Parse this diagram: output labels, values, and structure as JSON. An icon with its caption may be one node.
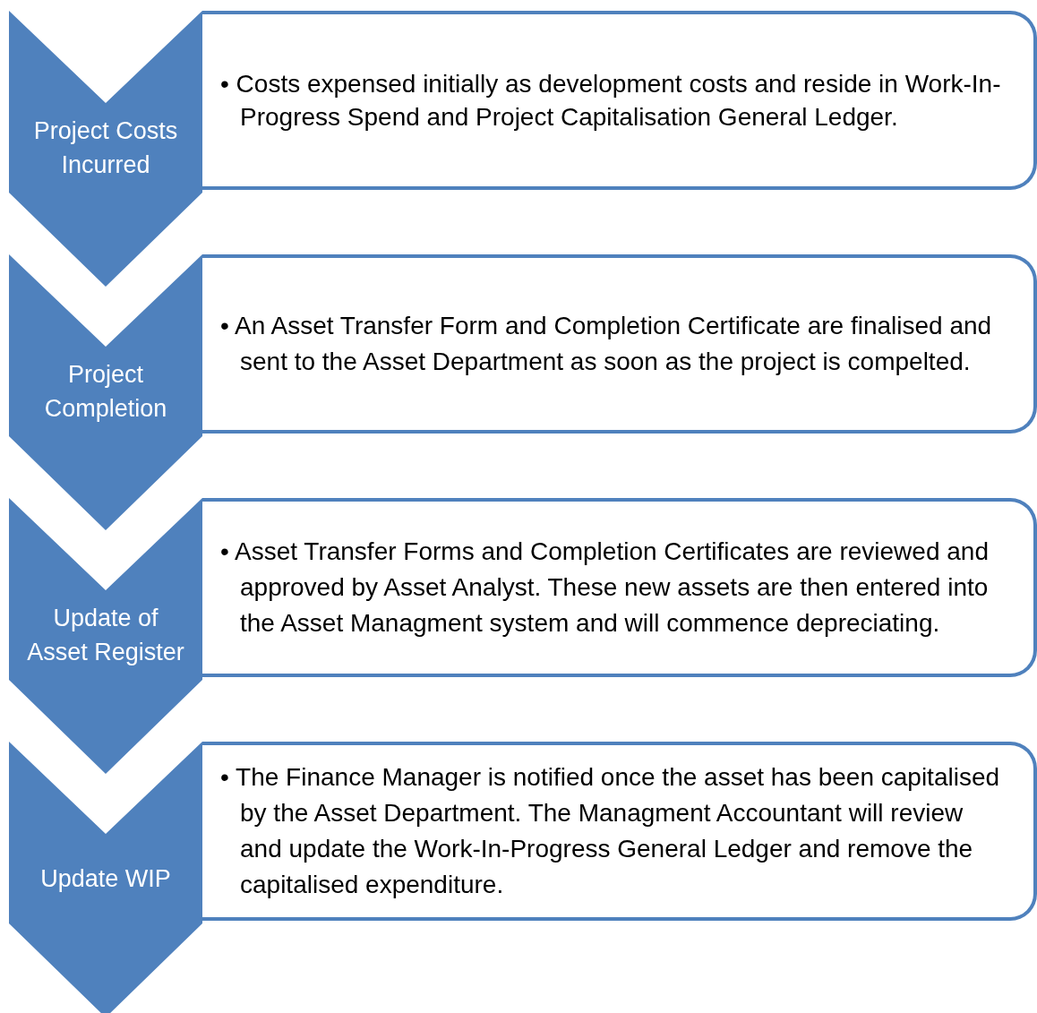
{
  "diagram": {
    "nodes": [
      {
        "text": [
          "Project Costs Incurred"
        ]
      },
      {
        "text": [
          "• Costs expensed initially as development costs and reside in Work-In-Progress Spend and Project Capitalisation General Ledger."
        ]
      },
      {
        "text": [
          "Project Completion"
        ]
      },
      {
        "text": [
          "• An Asset Transfer Form and Completion Certificate are finalised and sent to the Asset Department as soon as the project is compelted."
        ]
      },
      {
        "text": [
          "Update of Asset Register"
        ]
      },
      {
        "text": [
          "• Asset Transfer Forms and Completion Certificates are reviewed and approved by Asset Analyst. These new assets are then entered into the Asset Managment system and will commence depreciating."
        ]
      },
      {
        "text": [
          "Update WIP"
        ]
      },
      {
        "text": [
          "• The Finance Manager is notified once the asset has been capitalised by the Asset Department. The Managment Accountant will review and update the Work-In-Progress General Ledger and remove the capitalised expenditure."
        ]
      }
    ],
    "edges": []
  }
}
